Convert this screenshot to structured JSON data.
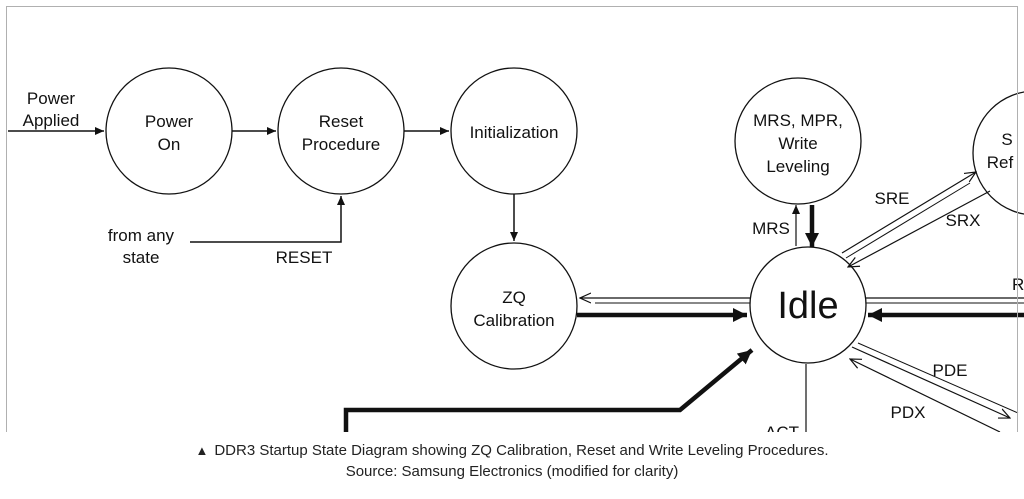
{
  "nodes": {
    "power_on": {
      "lines": [
        "Power",
        "On"
      ]
    },
    "reset_procedure": {
      "lines": [
        "Reset",
        "Procedure"
      ]
    },
    "initialization": {
      "lines": [
        "Initialization"
      ]
    },
    "zq_calibration": {
      "lines": [
        "ZQ",
        "Calibration"
      ]
    },
    "mrs_mpr": {
      "lines": [
        "MRS, MPR,",
        "Write",
        "Leveling"
      ]
    },
    "idle": {
      "lines": [
        "Idle"
      ]
    },
    "self_refresh_partial": {
      "lines": [
        "S",
        "Ref"
      ]
    }
  },
  "edge_labels": {
    "power_applied": [
      "Power",
      "Applied"
    ],
    "from_any_state": [
      "from any",
      "state"
    ],
    "reset": "RESET",
    "mrs": "MRS",
    "sre": "SRE",
    "srx": "SRX",
    "pde": "PDE",
    "pdx": "PDX",
    "act_partial": "ACT",
    "ref_partial": "R"
  },
  "caption": {
    "line1": "DDR3 Startup State Diagram showing ZQ Calibration, Reset and Write Leveling Procedures.",
    "line2": "Source: Samsung Electronics (modified for clarity)"
  },
  "colors": {
    "line": "#111111",
    "background": "#ffffff",
    "frame": "#b0b0b0"
  }
}
